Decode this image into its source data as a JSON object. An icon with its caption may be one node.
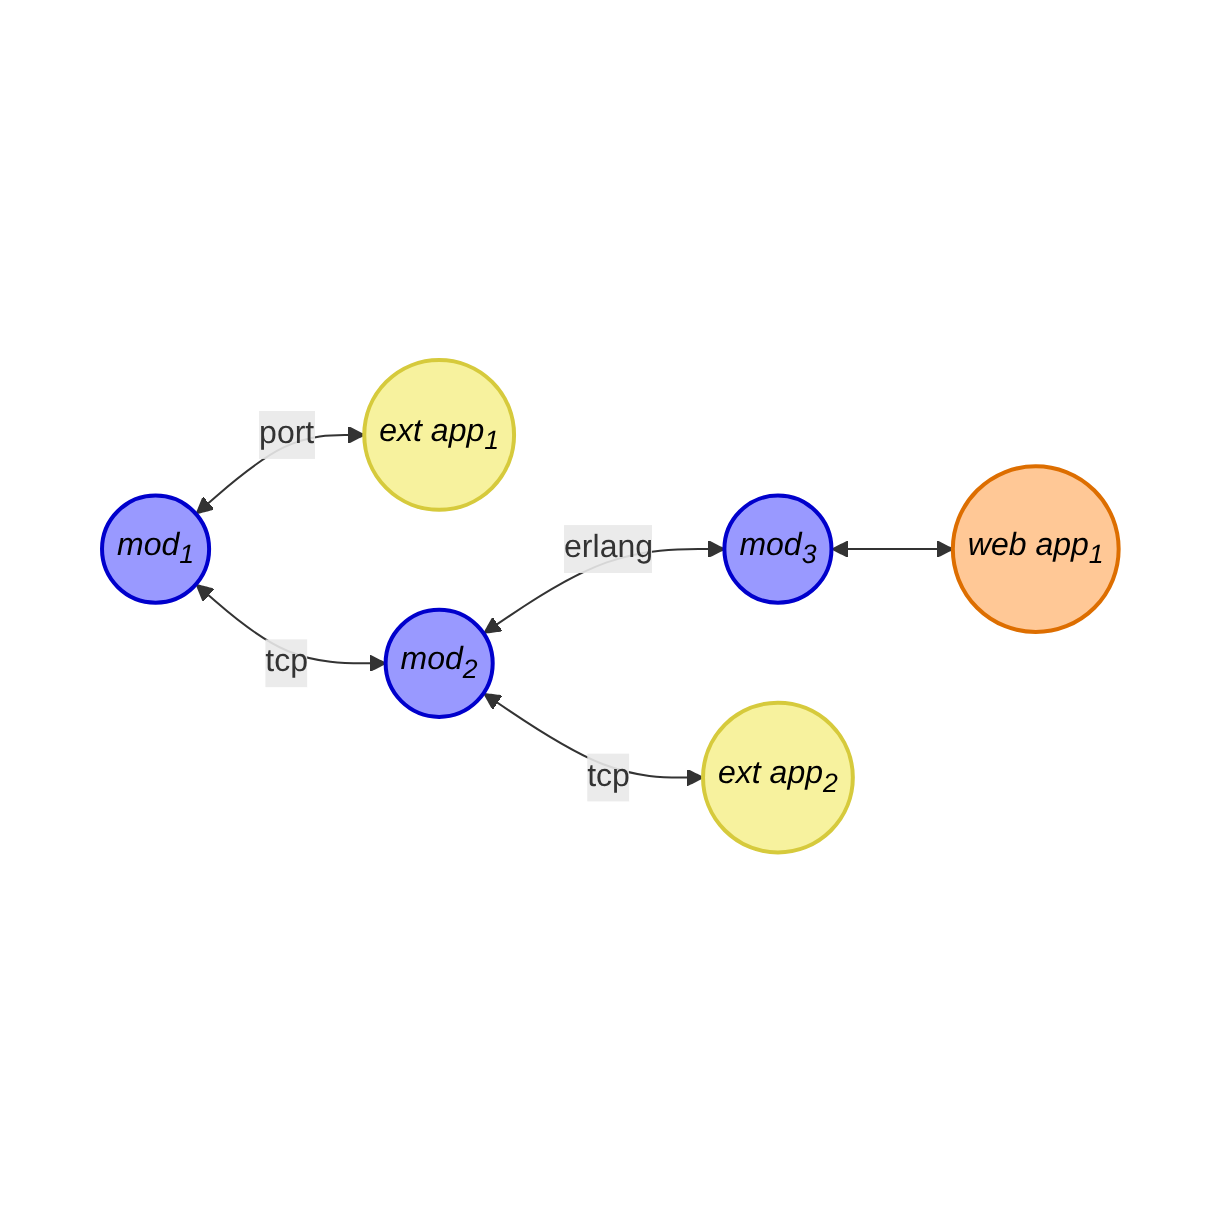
{
  "diagram": {
    "nodes": [
      {
        "text": [
          "mod$_{1}$"
        ]
      },
      {
        "text": [
          "ext app$_{1}$"
        ]
      },
      {
        "text": [
          "mod$_{2}$"
        ]
      },
      {
        "text": [
          "mod$_{3}$"
        ]
      },
      {
        "text": [
          "ext app$_{2}$"
        ]
      },
      {
        "text": [
          "web app$_{1}$"
        ]
      }
    ],
    "edges": [
      {
        "from": 0,
        "to": 1,
        "arrow": "both",
        "label": "port"
      },
      {
        "from": 0,
        "to": 2,
        "arrow": "both",
        "label": "tcp"
      },
      {
        "from": 2,
        "to": 3,
        "arrow": "both",
        "label": "erlang"
      },
      {
        "from": 2,
        "to": 4,
        "arrow": "both",
        "label": "tcp"
      },
      {
        "from": 3,
        "to": 5,
        "arrow": "both"
      }
    ]
  }
}
